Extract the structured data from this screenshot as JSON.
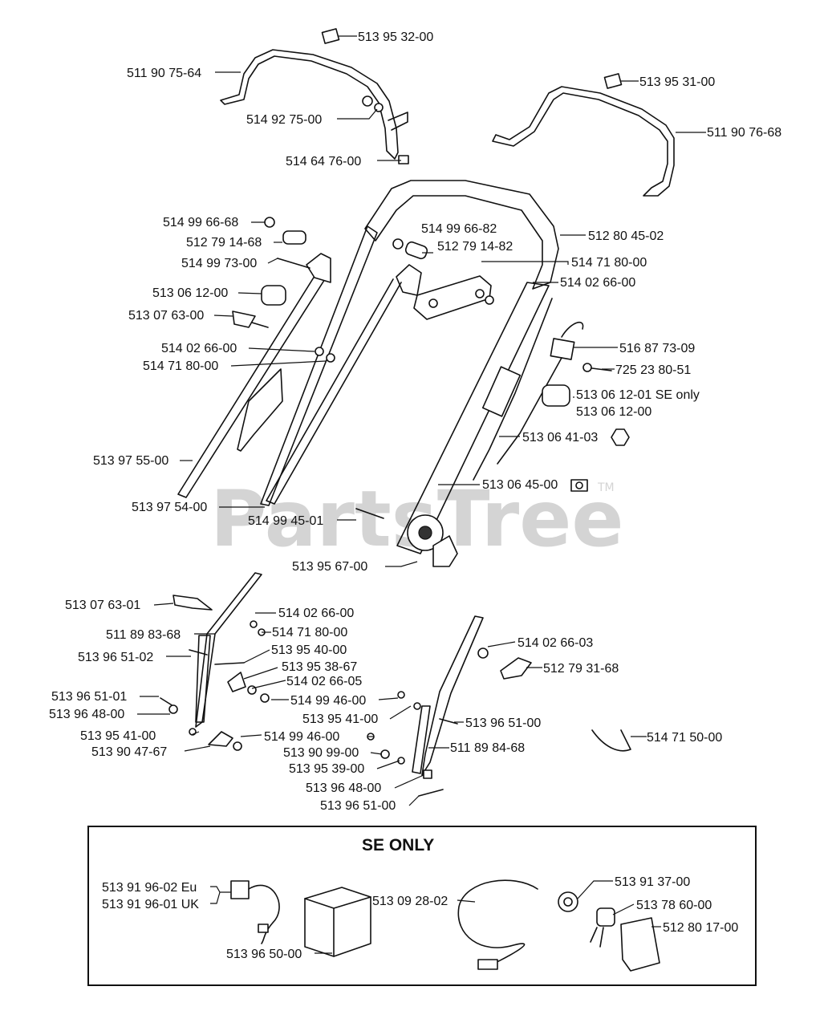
{
  "watermark": {
    "text": "PartsTree",
    "mark": "TM"
  },
  "se_box_title": "SE ONLY",
  "parts": {
    "p51395_3200": "513 95 32-00",
    "p51190_7564": "511 90 75-64",
    "p51492_7500": "514 92 75-00",
    "p51464_7600": "514 64 76-00",
    "p51395_3100": "513 95 31-00",
    "p51190_7668": "511 90 76-68",
    "p51499_6668": "514 99 66-68",
    "p51279_1468": "512 79 14-68",
    "p51499_7300": "514 99 73-00",
    "p51306_1200a": "513 06 12-00",
    "p51307_6300": "513 07 63-00",
    "p51402_6600a": "514 02 66-00",
    "p51471_8000a": "514 71 80-00",
    "p51397_5500": "513 97 55-00",
    "p51397_5400": "513 97 54-00",
    "p51499_6682": "514 99 66-82",
    "p51279_1482": "512 79 14-82",
    "p51280_4502": "512 80 45-02",
    "p51471_8000b": "514 71 80-00",
    "p51402_6600b": "514 02 66-00",
    "p51687_7309": "516 87 73-09",
    "p72523_8051": "725 23 80-51",
    "p51306_1201": "513 06 12-01  SE only",
    "p51306_1200b": "513 06 12-00",
    "p51306_4103": "513 06 41-03",
    "p51306_4500": "513 06 45-00",
    "p51499_4501": "514 99 45-01",
    "p51395_6700": "513 95 67-00",
    "p51307_6301": "513 07 63-01",
    "p51402_6600c": "514 02 66-00",
    "p51189_8368": "511 89 83-68",
    "p51471_8000c": "514 71 80-00",
    "p51396_5102": "513 96 51-02",
    "p51395_4000": "513 95 40-00",
    "p51395_3867": "513 95 38-67",
    "p51402_6605": "514 02 66-05",
    "p51396_5101": "513 96 51-01",
    "p51499_4600a": "514 99 46-00",
    "p51396_4800a": "513 96 48-00",
    "p51395_4100a": "513 95 41-00",
    "p51395_4100b": "513 95 41-00",
    "p51390_4767": "513 90 47-67",
    "p51499_4600b": "514 99 46-00",
    "p51390_9900": "513 90 99-00",
    "p51395_3900": "513 95 39-00",
    "p51396_4800b": "513 96 48-00",
    "p51396_5100a": "513 96 51-00",
    "p51402_6603": "514 02 66-03",
    "p51279_3168": "512 79 31-68",
    "p51396_5100b": "513 96 51-00",
    "p51189_8468": "511 89 84-68",
    "p51471_5000": "514 71 50-00",
    "p51391_9602": "513 91 96-02 Eu",
    "p51391_9601": "513 91 96-01 UK",
    "p51396_5000": "513 96 50-00",
    "p51309_2802": "513 09 28-02",
    "p51391_3700": "513 91 37-00",
    "p51378_6000": "513 78 60-00",
    "p51280_1700": "512 80 17-00"
  }
}
